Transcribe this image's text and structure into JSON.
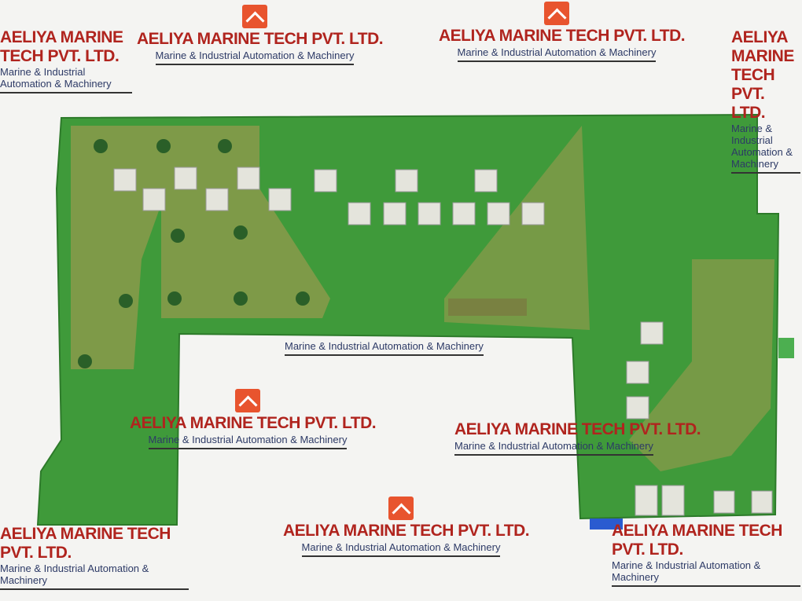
{
  "watermark": {
    "company": "AELIYA MARINE TECH PVT. LTD.",
    "tagline": "Marine & Industrial Automation & Machinery",
    "brand_color": "#b0241e",
    "logo_color": "#e8542e"
  },
  "photo": {
    "subject": "printed-circuit-board",
    "board_color": "#3f9a3a"
  }
}
